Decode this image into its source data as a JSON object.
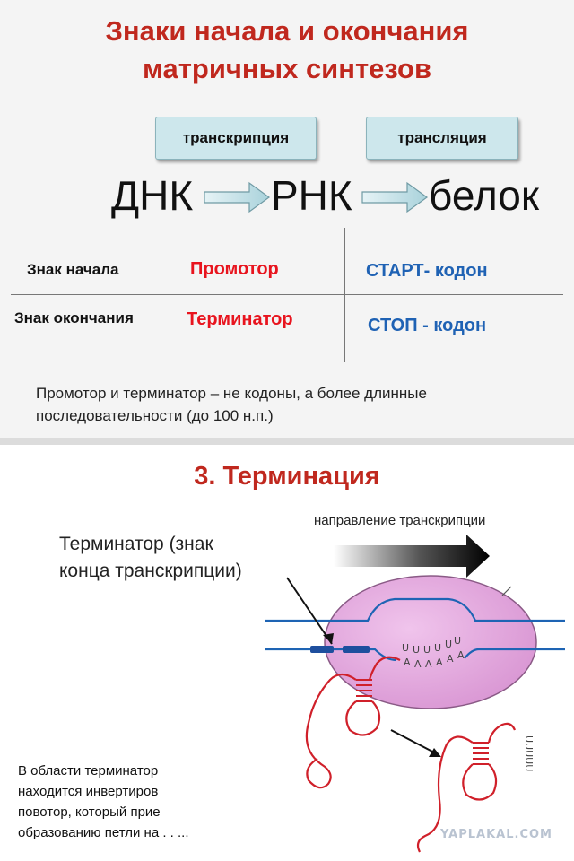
{
  "slide1": {
    "title_line1": "Знаки начала и окончания",
    "title_line2": "матричных синтезов",
    "process_transcription": "транскрипция",
    "process_translation": "трансляция",
    "molecule_dna": "ДНК",
    "molecule_rna": "РНК",
    "molecule_protein": "белок",
    "row_start_label": "Знак начала",
    "row_end_label": "Знак окончания",
    "promoter": "Промотор",
    "terminator": "Терминатор",
    "start_codon": "СТАРТ- кодон",
    "stop_codon": "СТОП - кодон",
    "note_line1": "Промотор и терминатор – не кодоны, а более длинные",
    "note_line2": "последовательности (до 100 н.п.)",
    "colors": {
      "title": "#c0281e",
      "red": "#e8141e",
      "blue": "#1f62b4",
      "box": "#cde7ec"
    }
  },
  "slide2": {
    "title": "3. Терминация",
    "direction_label": "направление транскрипции",
    "terminator_label_line1": "Терминатор (знак",
    "terminator_label_line2": "конца транскрипции)",
    "rna_tail_1": "UUUUU",
    "rna_tail_2": "AAAAA",
    "rna_tail_3": "UUUUU",
    "note_line1": "В области терминатор",
    "note_line2": "находится инвертиров",
    "note_line3": "повотор, который прие",
    "note_line4": "образованию петли на . . ...",
    "watermark": "YAPLAKAL.COM",
    "colors": {
      "polymerase": "#e3a6df",
      "dna": "#1e64b4",
      "rna": "#d0202a",
      "arrow": "#111111"
    }
  }
}
